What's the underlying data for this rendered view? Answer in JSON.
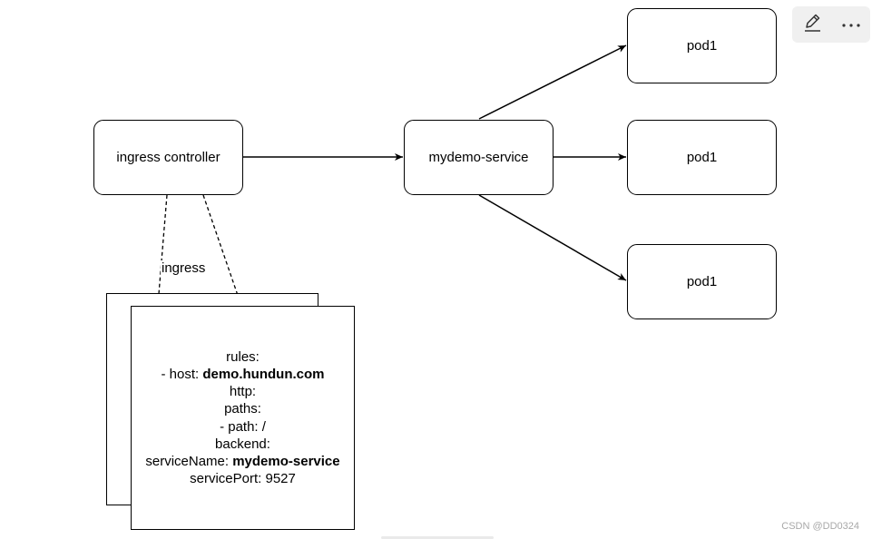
{
  "nodes": {
    "ingress_controller": "ingress controller",
    "service": "mydemo-service",
    "pods": [
      "pod1",
      "pod1",
      "pod1"
    ]
  },
  "edge_labels": {
    "ingress": "ingress"
  },
  "ingress_yaml": {
    "l1": "rules:",
    "l2_prefix": "- host: ",
    "l2_bold": "demo.hundun.com",
    "l3": "http:",
    "l4": "paths:",
    "l5": "- path: /",
    "l6": "backend:",
    "l7_prefix": "serviceName: ",
    "l7_bold": "mydemo-service",
    "l8": "servicePort: 9527"
  },
  "toolbar": {
    "edit_icon": "pencil-icon",
    "more_icon": "more-horizontal-icon"
  },
  "watermark": "CSDN @DD0324"
}
